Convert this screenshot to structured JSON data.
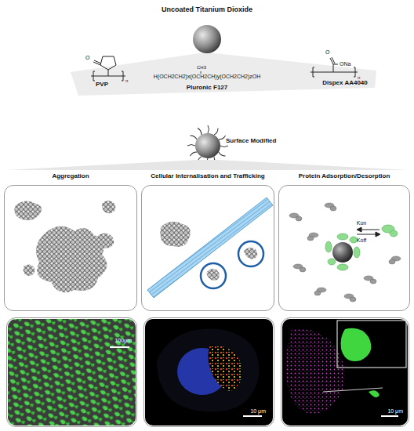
{
  "diagram": {
    "title": "Uncoated Titanium Dioxide",
    "nodes": [
      {
        "text": [
          "Aggregation"
        ]
      },
      {
        "text": [
          "Cellular Internalisation and Trafficking"
        ]
      },
      {
        "text": [
          "Protein Adsorption/Desorption",
          "Kon",
          "Koff"
        ]
      },
      {
        "text": [
          "100μm"
        ]
      },
      {
        "text": [
          "10 μm"
        ]
      },
      {
        "text": [
          "10 μm"
        ]
      }
    ],
    "labels": [
      "PVP",
      "O",
      "n",
      "CH3",
      "H(OCH2CH2)x(OCH2CH)y(OCH2CH2)zOH",
      "Pluronic F127",
      "O",
      "ONa",
      "n",
      "Dispex AA4040",
      "Surface Modified"
    ]
  }
}
